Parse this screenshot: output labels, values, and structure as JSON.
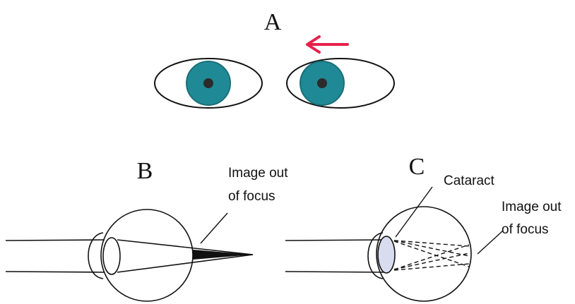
{
  "panels": {
    "a": {
      "letter": "A"
    },
    "b": {
      "letter": "B",
      "caption": [
        "Image out",
        "of  focus"
      ]
    },
    "c": {
      "letter": "C",
      "label_cataract": "Cataract",
      "caption": [
        "Image out",
        "of focus"
      ]
    }
  },
  "colors": {
    "iris": "#1f8a96",
    "pupil": "#2b2b2b",
    "arrow": "#e8204a",
    "cataract_lens": "#d9dcef"
  },
  "icons": {
    "gaze_arrow": "left-arrow-icon"
  }
}
